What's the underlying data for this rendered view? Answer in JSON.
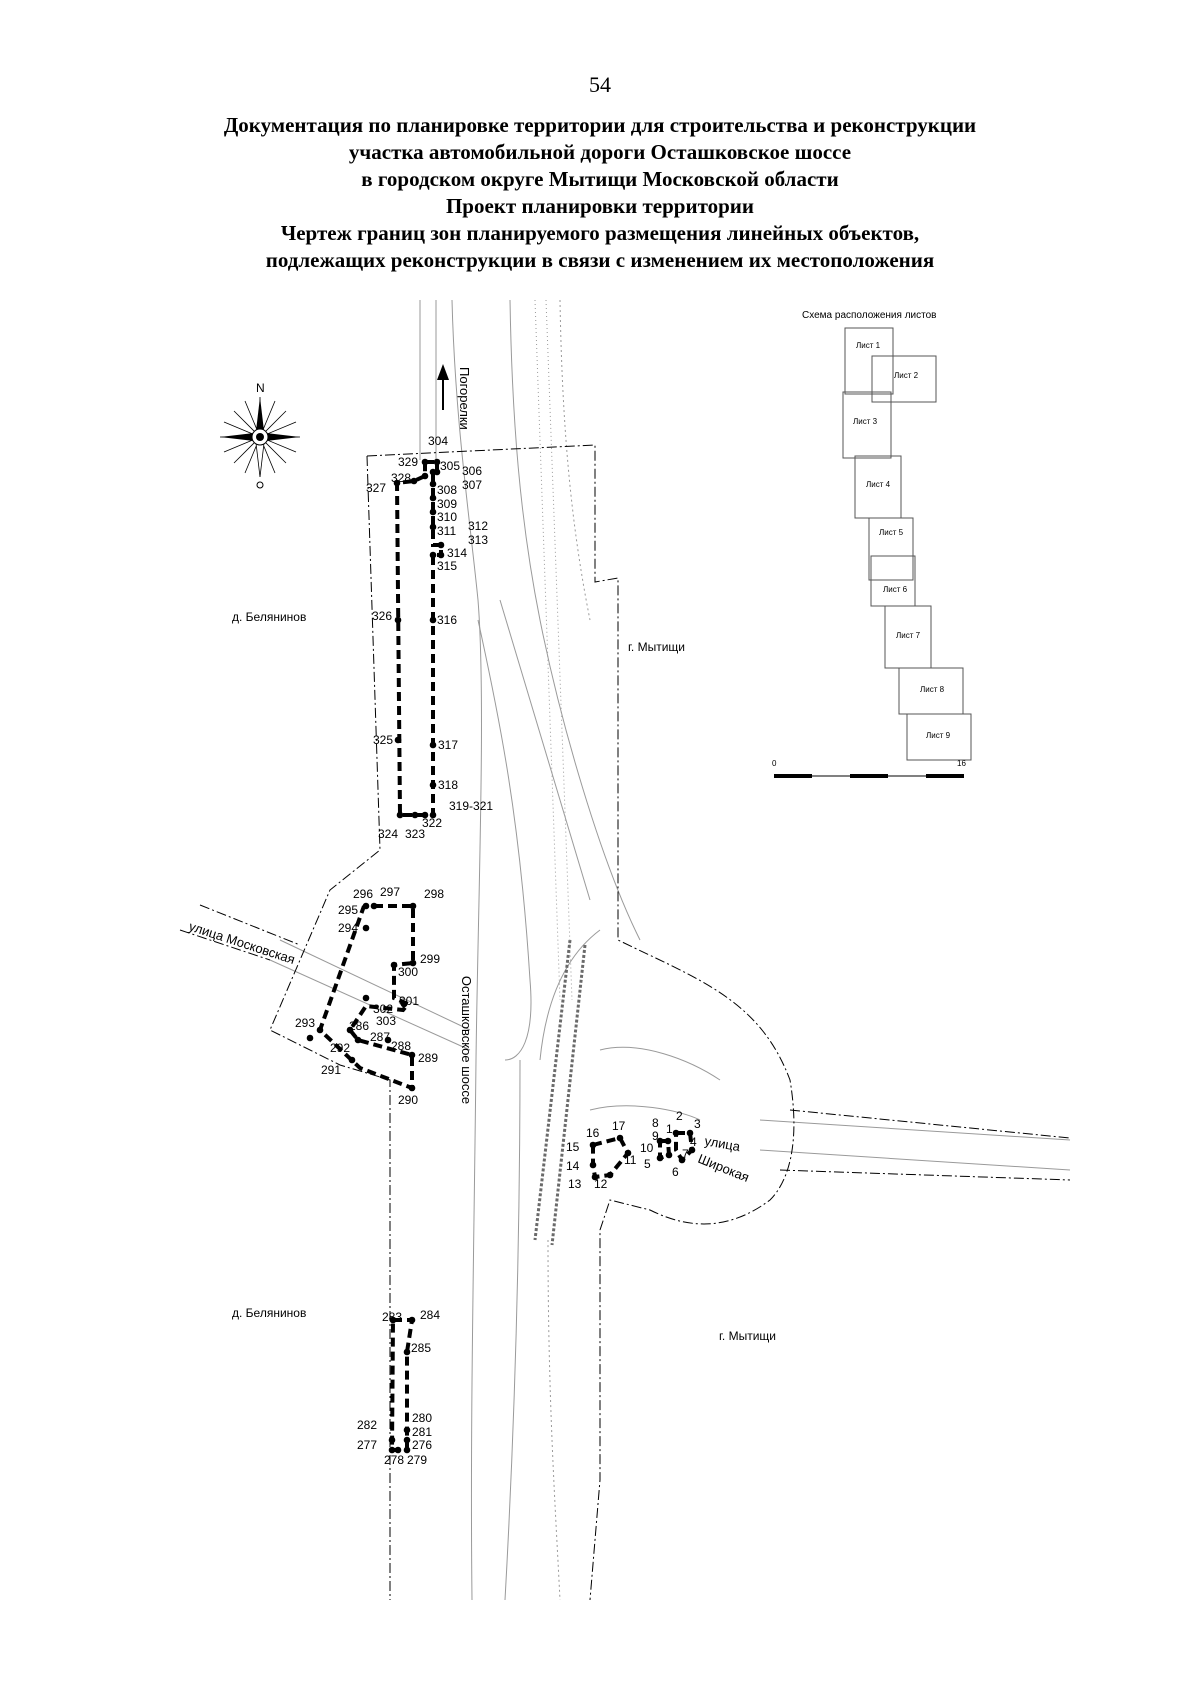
{
  "page_number": "54",
  "title_lines": [
    "Документация по планировке территории для строительства и реконструкции",
    "участка автомобильной дороги Осташковское шоссе",
    "в городском округе Мытищи Московской области",
    "Проект планировки территории",
    "Чертеж границ зон планируемого размещения линейных объектов,",
    "подлежащих реконструкции в связи с изменением их местоположения"
  ],
  "map": {
    "places": {
      "belyaninovo_north": "д. Белянинов",
      "belyaninovo_south": "д. Белянинов",
      "mytishchi_north": "г. Мытищи",
      "mytishchi_south": "г. Мытищи"
    },
    "roads": {
      "moskovskaya": "улица Московская",
      "ostashkovskoe": "Осташковское шоссе",
      "shirokaya_line1": "улица",
      "shirokaya_line2": "Широкая"
    },
    "direction_arrow_label": "Погорелки",
    "compass_label": "N",
    "point_labels": {
      "p1": "1",
      "p2": "2",
      "p3": "3",
      "p4": "4",
      "p5": "5",
      "p6": "6",
      "p7": "7",
      "p8": "8",
      "p9": "9",
      "p10": "10",
      "p11": "11",
      "p12": "12",
      "p13": "13",
      "p14": "14",
      "p15": "15",
      "p16": "16",
      "p17": "17",
      "p276": "276",
      "p277": "277",
      "p278": "278",
      "p279": "279",
      "p280": "280",
      "p281": "281",
      "p282": "282",
      "p283": "283",
      "p284": "284",
      "p285": "285",
      "p286": "286",
      "p287": "287",
      "p288": "288",
      "p289": "289",
      "p290": "290",
      "p291": "291",
      "p292": "292",
      "p293": "293",
      "p294": "294",
      "p295": "295",
      "p296": "296",
      "p297": "297",
      "p298": "298",
      "p299": "299",
      "p300": "300",
      "p301": "301",
      "p302": "302",
      "p303": "303",
      "p304": "304",
      "p305": "305",
      "p306": "306",
      "p307": "307",
      "p308": "308",
      "p309": "309",
      "p310": "310",
      "p311": "311",
      "p312": "312",
      "p313": "313",
      "p314": "314",
      "p315": "315",
      "p316": "316",
      "p317": "317",
      "p318": "318",
      "p319_321": "319-321",
      "p322": "322",
      "p323": "323",
      "p324": "324",
      "p325": "325",
      "p326": "326",
      "p327": "327",
      "p328": "328",
      "p329": "329"
    }
  },
  "sheet_scheme": {
    "title": "Схема расположения листов",
    "sheets": [
      "Лист 1",
      "Лист 2",
      "Лист 3",
      "Лист 4",
      "Лист 5",
      "Лист 6",
      "Лист 7",
      "Лист 8",
      "Лист 9"
    ],
    "scale_start": "0",
    "scale_end": "16"
  },
  "colors": {
    "line": "#000000",
    "faint": "#8a8a8a",
    "background": "#ffffff"
  }
}
